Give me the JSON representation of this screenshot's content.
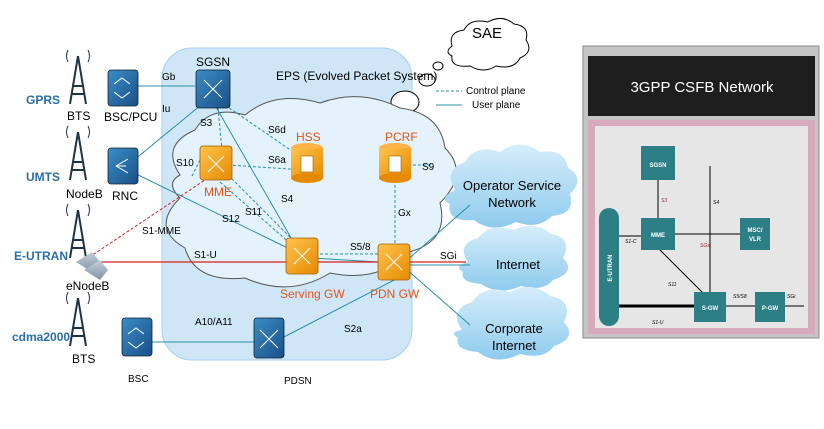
{
  "left_diagram": {
    "sae_label": "SAE",
    "eps_label": "EPS (Evolved Packet System)",
    "legend": {
      "control": "Control plane",
      "user": "User plane"
    },
    "access": {
      "gprs": "GPRS",
      "umts": "UMTS",
      "eutran": "E-UTRAN",
      "cdma": "cdma2000"
    },
    "sites": {
      "bts1": "BTS",
      "nodeb": "NodeB",
      "enodeb": "eNodeB",
      "bts2": "BTS"
    },
    "nodes": {
      "bsc_pcu": "BSC/PCU",
      "rnc": "RNC",
      "sgsn": "SGSN",
      "hss": "HSS",
      "pcrf": "PCRF",
      "mme": "MME",
      "serving_gw": "Serving GW",
      "pdn_gw": "PDN GW",
      "bsc": "BSC",
      "pdsn": "PDSN"
    },
    "interfaces": {
      "gb": "Gb",
      "iu": "Iu",
      "s3": "S3",
      "s6d": "S6d",
      "s6a": "S6a",
      "s10": "S10",
      "s4": "S4",
      "s11": "S11",
      "s12": "S12",
      "s1_mme": "S1-MME",
      "s1_u": "S1-U",
      "s5_8": "S5/8",
      "sgi": "SGi",
      "s9": "S9",
      "gx": "Gx",
      "a10_a11": "A10/A11",
      "s2a": "S2a"
    },
    "clouds": {
      "operator_line1": "Operator Service",
      "operator_line2": "Network",
      "internet": "Internet",
      "corporate_line1": "Corporate",
      "corporate_line2": "Internet"
    }
  },
  "right_panel": {
    "title": "3GPP CSFB Network",
    "nodes": {
      "sgsn": "SGSN",
      "mme": "MME",
      "msc_line1": "MSC/",
      "msc_line2": "VLR",
      "sgw": "S-GW",
      "pgw": "P-GW",
      "eutran": "E-UTRAN"
    },
    "links": {
      "s3": "S3",
      "s4": "S4",
      "sgs": "SGs",
      "s11": "S11",
      "s1u": "S1-U",
      "s1c": "S1-C",
      "s5s8": "S5/S8",
      "sgi": "SGi"
    }
  }
}
